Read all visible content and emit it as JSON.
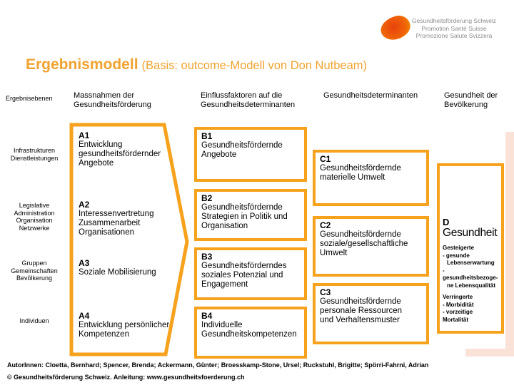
{
  "slide": {
    "title_main": "Ergebnismodell",
    "title_suffix": "(Basis: outcome-Modell von Don Nutbeam)"
  },
  "logo": {
    "lines": "Gesundheitsförderung Schweiz\nPromotion Santé Suisse\nPromozione Salute Svizzera"
  },
  "column_headers": {
    "levels": "Ergebnisebenen",
    "measures": "Massnahmen der\nGesundheitsförderung",
    "factors": "Einflussfaktoren auf die\nGesundheitsdeterminanten",
    "determinants": "Gesundheitsdeterminanten",
    "health": "Gesundheit der\nBevölkerung"
  },
  "row_labels": [
    "Infrastrukturen\nDienstleistungen",
    "Legislative\nAdministration\nOrganisation\nNetzwerke",
    "Gruppen\nGemeinschaften\nBevölkerung",
    "Individuen"
  ],
  "boxes_a": [
    {
      "id": "A1",
      "text": "Entwicklung\ngesundheitsfördernder\nAngebote"
    },
    {
      "id": "A2",
      "text": "Interessenvertretung\nZusammenarbeit\nOrganisationen"
    },
    {
      "id": "A3",
      "text": "Soziale Mobilisierung"
    },
    {
      "id": "A4",
      "text": "Entwicklung persönlicher\nKompetenzen"
    }
  ],
  "boxes_b": [
    {
      "id": "B1",
      "text": "Gesundheitsfördernde\nAngebote"
    },
    {
      "id": "B2",
      "text": "Gesundheitsfördernde\nStrategien in Politik und\nOrganisation"
    },
    {
      "id": "B3",
      "text": "Gesundheitsförderndes\nsoziales Potenzial und\nEngagement"
    },
    {
      "id": "B4",
      "text": "Individuelle\nGesundheitskompetenzen"
    }
  ],
  "boxes_c": [
    {
      "id": "C1",
      "text": "Gesundheitsfördernde\nmaterielle Umwelt"
    },
    {
      "id": "C2",
      "text": "Gesundheitsfördernde\nsoziale/gesellschaftliche\nUmwelt"
    },
    {
      "id": "C3",
      "text": "Gesundheitsfördernde\npersonale Ressourcen\nund Verhaltensmuster"
    }
  ],
  "box_d": {
    "id": "D",
    "title": "Gesundheit",
    "lines": [
      "Gesteigerte",
      "- gesunde",
      "Lebenserwartung",
      "- gesundheitsbezoge-",
      "ne Lebensqualität",
      "Verringerte",
      "- Morbidität",
      "- vorzeitige Mortalität"
    ]
  },
  "footer": {
    "authors": "AutorInnen: Cloetta, Bernhard; Spencer, Brenda; Ackermann, Günter; Broesskamp-Stone, Ursel; Ruckstuhl, Brigitte; Spörri-Fahrni, Adrian",
    "copyright": "© Gesundheitsförderung Schweiz. Anleitung: www.gesundheitsfoerderung.ch"
  },
  "colors": {
    "accent_orange": "#F6A21C",
    "title_orange": "#F0A330",
    "logo_gray": "#8C8C8C",
    "pale_peach": "#FAE2D9"
  }
}
